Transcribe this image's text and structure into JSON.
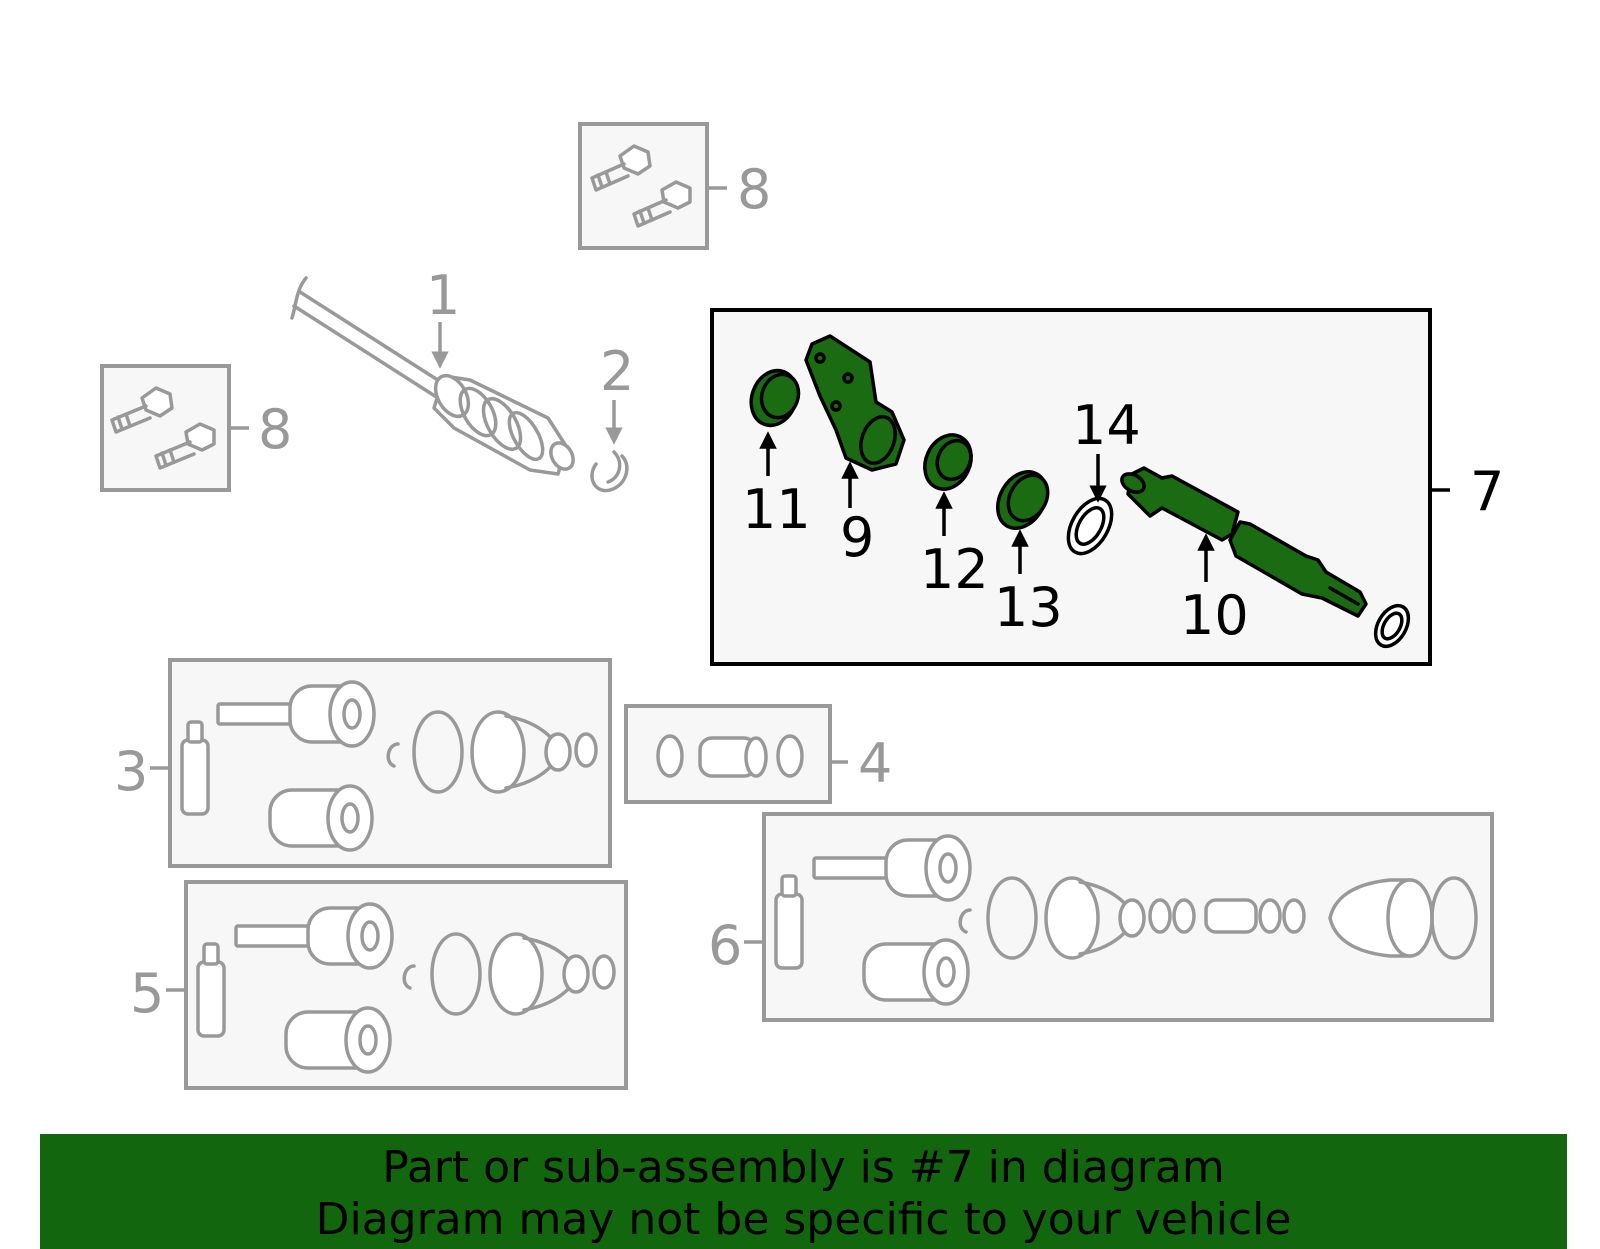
{
  "callouts": {
    "c1": "1",
    "c2": "2",
    "c3": "3",
    "c4": "4",
    "c5": "5",
    "c6": "6",
    "c7": "7",
    "c8a": "8",
    "c8b": "8",
    "c9": "9",
    "c10": "10",
    "c11": "11",
    "c12": "12",
    "c13": "13",
    "c14": "14"
  },
  "banner": {
    "line1": "Part or sub-assembly is #7 in diagram",
    "line2": "Diagram may not be specific to your vehicle"
  },
  "colors": {
    "highlight": "#1a6b12",
    "banner_bg": "#12660d",
    "muted_line": "#999999"
  }
}
